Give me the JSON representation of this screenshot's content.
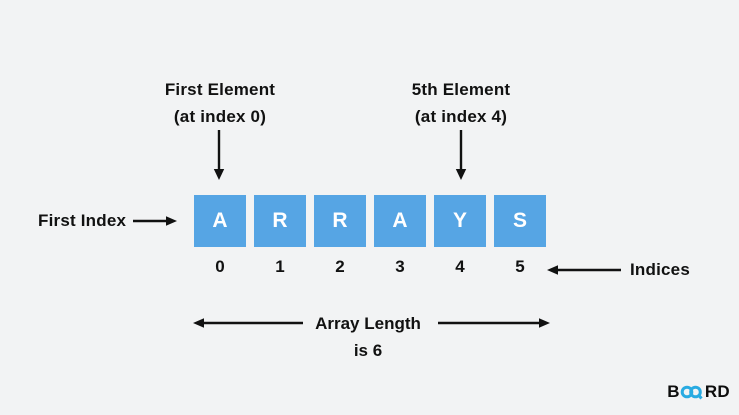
{
  "colors": {
    "background": "#f2f3f4",
    "box_blue": "#56a5e4",
    "text_dark": "#111111",
    "logo_blue": "#29abe2",
    "box_letter": "#ffffff"
  },
  "annotations": {
    "first_element_line1": "First Element",
    "first_element_line2": "(at index 0)",
    "fifth_element_line1": "5th Element",
    "fifth_element_line2": "(at index 4)",
    "first_index_label": "First Index",
    "indices_label": "Indices",
    "array_length_line1": "Array Length",
    "array_length_line2": "is 6"
  },
  "array": {
    "elements": [
      "A",
      "R",
      "R",
      "A",
      "Y",
      "S"
    ],
    "indices": [
      "0",
      "1",
      "2",
      "3",
      "4",
      "5"
    ]
  },
  "logo": {
    "prefix": "B",
    "suffix": "RD"
  }
}
